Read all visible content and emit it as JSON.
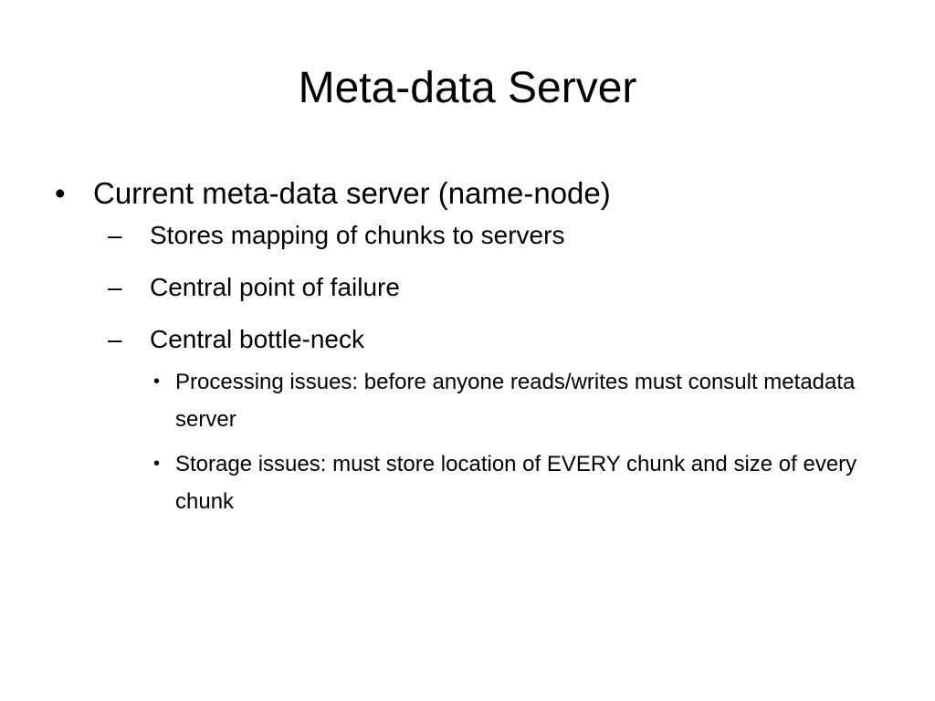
{
  "slide": {
    "title": "Meta-data Server",
    "bullet_glyph": "•",
    "dash_glyph": "–",
    "points": [
      {
        "text": "Current meta-data server (name-node)",
        "subpoints": [
          {
            "text": "Stores mapping of chunks to servers"
          },
          {
            "text": "Central point of failure"
          },
          {
            "text": "Central bottle-neck",
            "subpoints": [
              {
                "text": "Processing issues: before anyone reads/writes must consult metadata server"
              },
              {
                "text": "Storage issues: must store location of EVERY chunk and size of every chunk"
              }
            ]
          }
        ]
      }
    ]
  }
}
